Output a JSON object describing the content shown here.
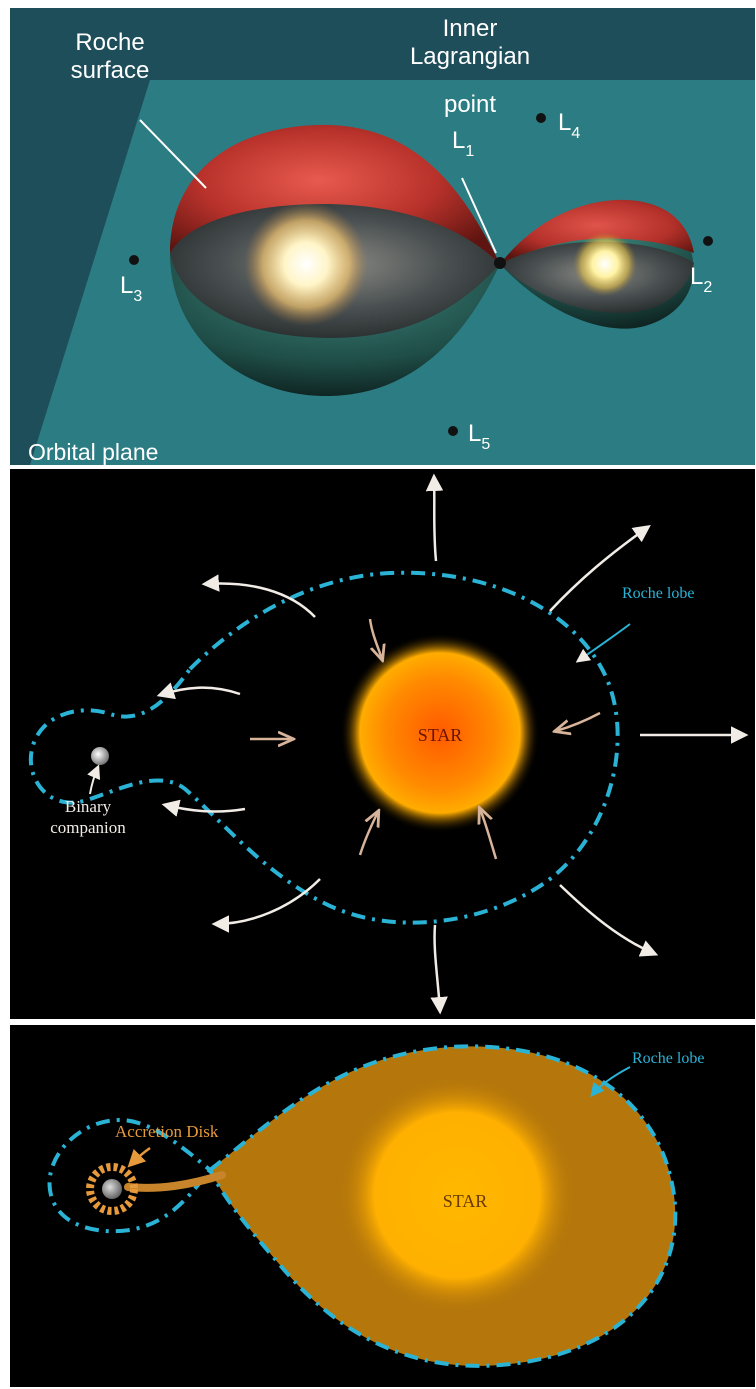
{
  "colors": {
    "top_background": "#1f4e5b",
    "orbital_plane": "#2c7d83",
    "lobe_red": "#b8322b",
    "lobe_dark": "#3b4144",
    "roche_lobe_line": "#2bb3d6",
    "star_core": "#ff6a00",
    "star_glow": "#ffb000",
    "arrow_white": "#f1ece6",
    "arrow_tan": "#d7b39a",
    "accretion_orange": "#e69a3c",
    "overflow_fill": "#b5770b",
    "star_fill": "#ffb800"
  },
  "panel_top": {
    "roche_surface_line1": "Roche",
    "roche_surface_line2": "surface",
    "inner_line1": "Inner",
    "inner_line2": "Lagrangian",
    "inner_line3": "point",
    "l1": "L",
    "l1_sub": "1",
    "l2": "L",
    "l2_sub": "2",
    "l3": "L",
    "l3_sub": "3",
    "l4": "L",
    "l4_sub": "4",
    "l5": "L",
    "l5_sub": "5",
    "orbital_plane": "Orbital plane"
  },
  "panel_mid": {
    "star": "STAR",
    "roche_lobe": "Roche lobe",
    "binary_line1": "Binary",
    "binary_line2": "companion"
  },
  "panel_bot": {
    "star": "STAR",
    "roche_lobe": "Roche lobe",
    "accretion_disk": "Accretion Disk"
  }
}
